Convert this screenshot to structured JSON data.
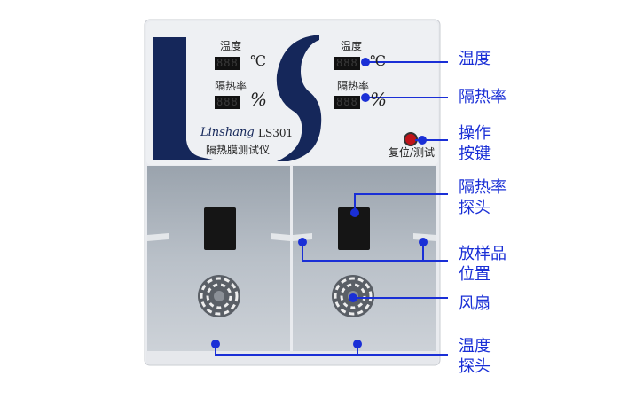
{
  "device": {
    "brand": "Linshang",
    "model": "LS301",
    "product_name": "隔热膜测试仪",
    "left_panel": {
      "temp_label": "温度",
      "temp_unit": "℃",
      "temp_display": "888",
      "rate_label": "隔热率",
      "rate_unit": "%",
      "rate_display": "888"
    },
    "right_panel": {
      "temp_label": "温度",
      "temp_unit": "℃",
      "temp_display": "888",
      "rate_label": "隔热率",
      "rate_unit": "%",
      "rate_display": "888"
    },
    "button_label": "复位/测试",
    "button_color": "#c0141a",
    "logo_color": "#15275a"
  },
  "annotation_color": "#1a2fd6",
  "annotations": [
    {
      "line1": "温度",
      "line2": ""
    },
    {
      "line1": "隔热率",
      "line2": ""
    },
    {
      "line1": "操作",
      "line2": "按键"
    },
    {
      "line1": "隔热率",
      "line2": "探头"
    },
    {
      "line1": "放样品",
      "line2": "位置"
    },
    {
      "line1": "风扇",
      "line2": ""
    },
    {
      "line1": "温度",
      "line2": "探头"
    }
  ]
}
